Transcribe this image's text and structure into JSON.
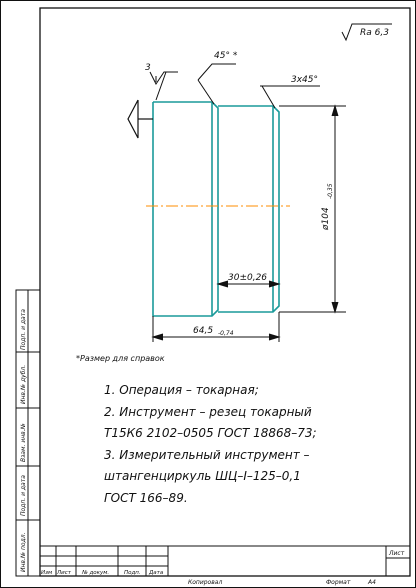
{
  "roughness": {
    "value": "Ra 6,3"
  },
  "dims": {
    "chamfer_left": "45° *",
    "chamfer_left_size": "3",
    "chamfer_right": "3x45°",
    "length_groove": "30±0,26",
    "length_total": "64,5",
    "length_total_tol": "-0,74",
    "diameter": "ø104",
    "diameter_tol": "-0,35"
  },
  "note": "*Размер для справок",
  "instructions": [
    "1. Операция – токарная;",
    "2. Инструмент – резец токарный",
    "Т15К6  2102–0505 ГОСТ 18868–73;",
    "3. Измерительный инструмент –",
    "штангенциркуль ШЦ–I–125–0,1",
    "ГОСТ 166–89."
  ],
  "side_stamp": [
    "Подп. и дата",
    "Инв.№ дубл.",
    "Взам. инв.№",
    "Подп. и дата",
    "Инв.№ подл."
  ],
  "title_block": {
    "cols": [
      "Изм",
      "Лист",
      "№ докум.",
      "Подп.",
      "Дата"
    ],
    "sheet_label": "Лист",
    "copied": "Копировал",
    "format": "Формат",
    "format_value": "А4"
  },
  "colors": {
    "part": "#1a9a9a",
    "axis": "#ff8c00",
    "line": "#111111"
  }
}
